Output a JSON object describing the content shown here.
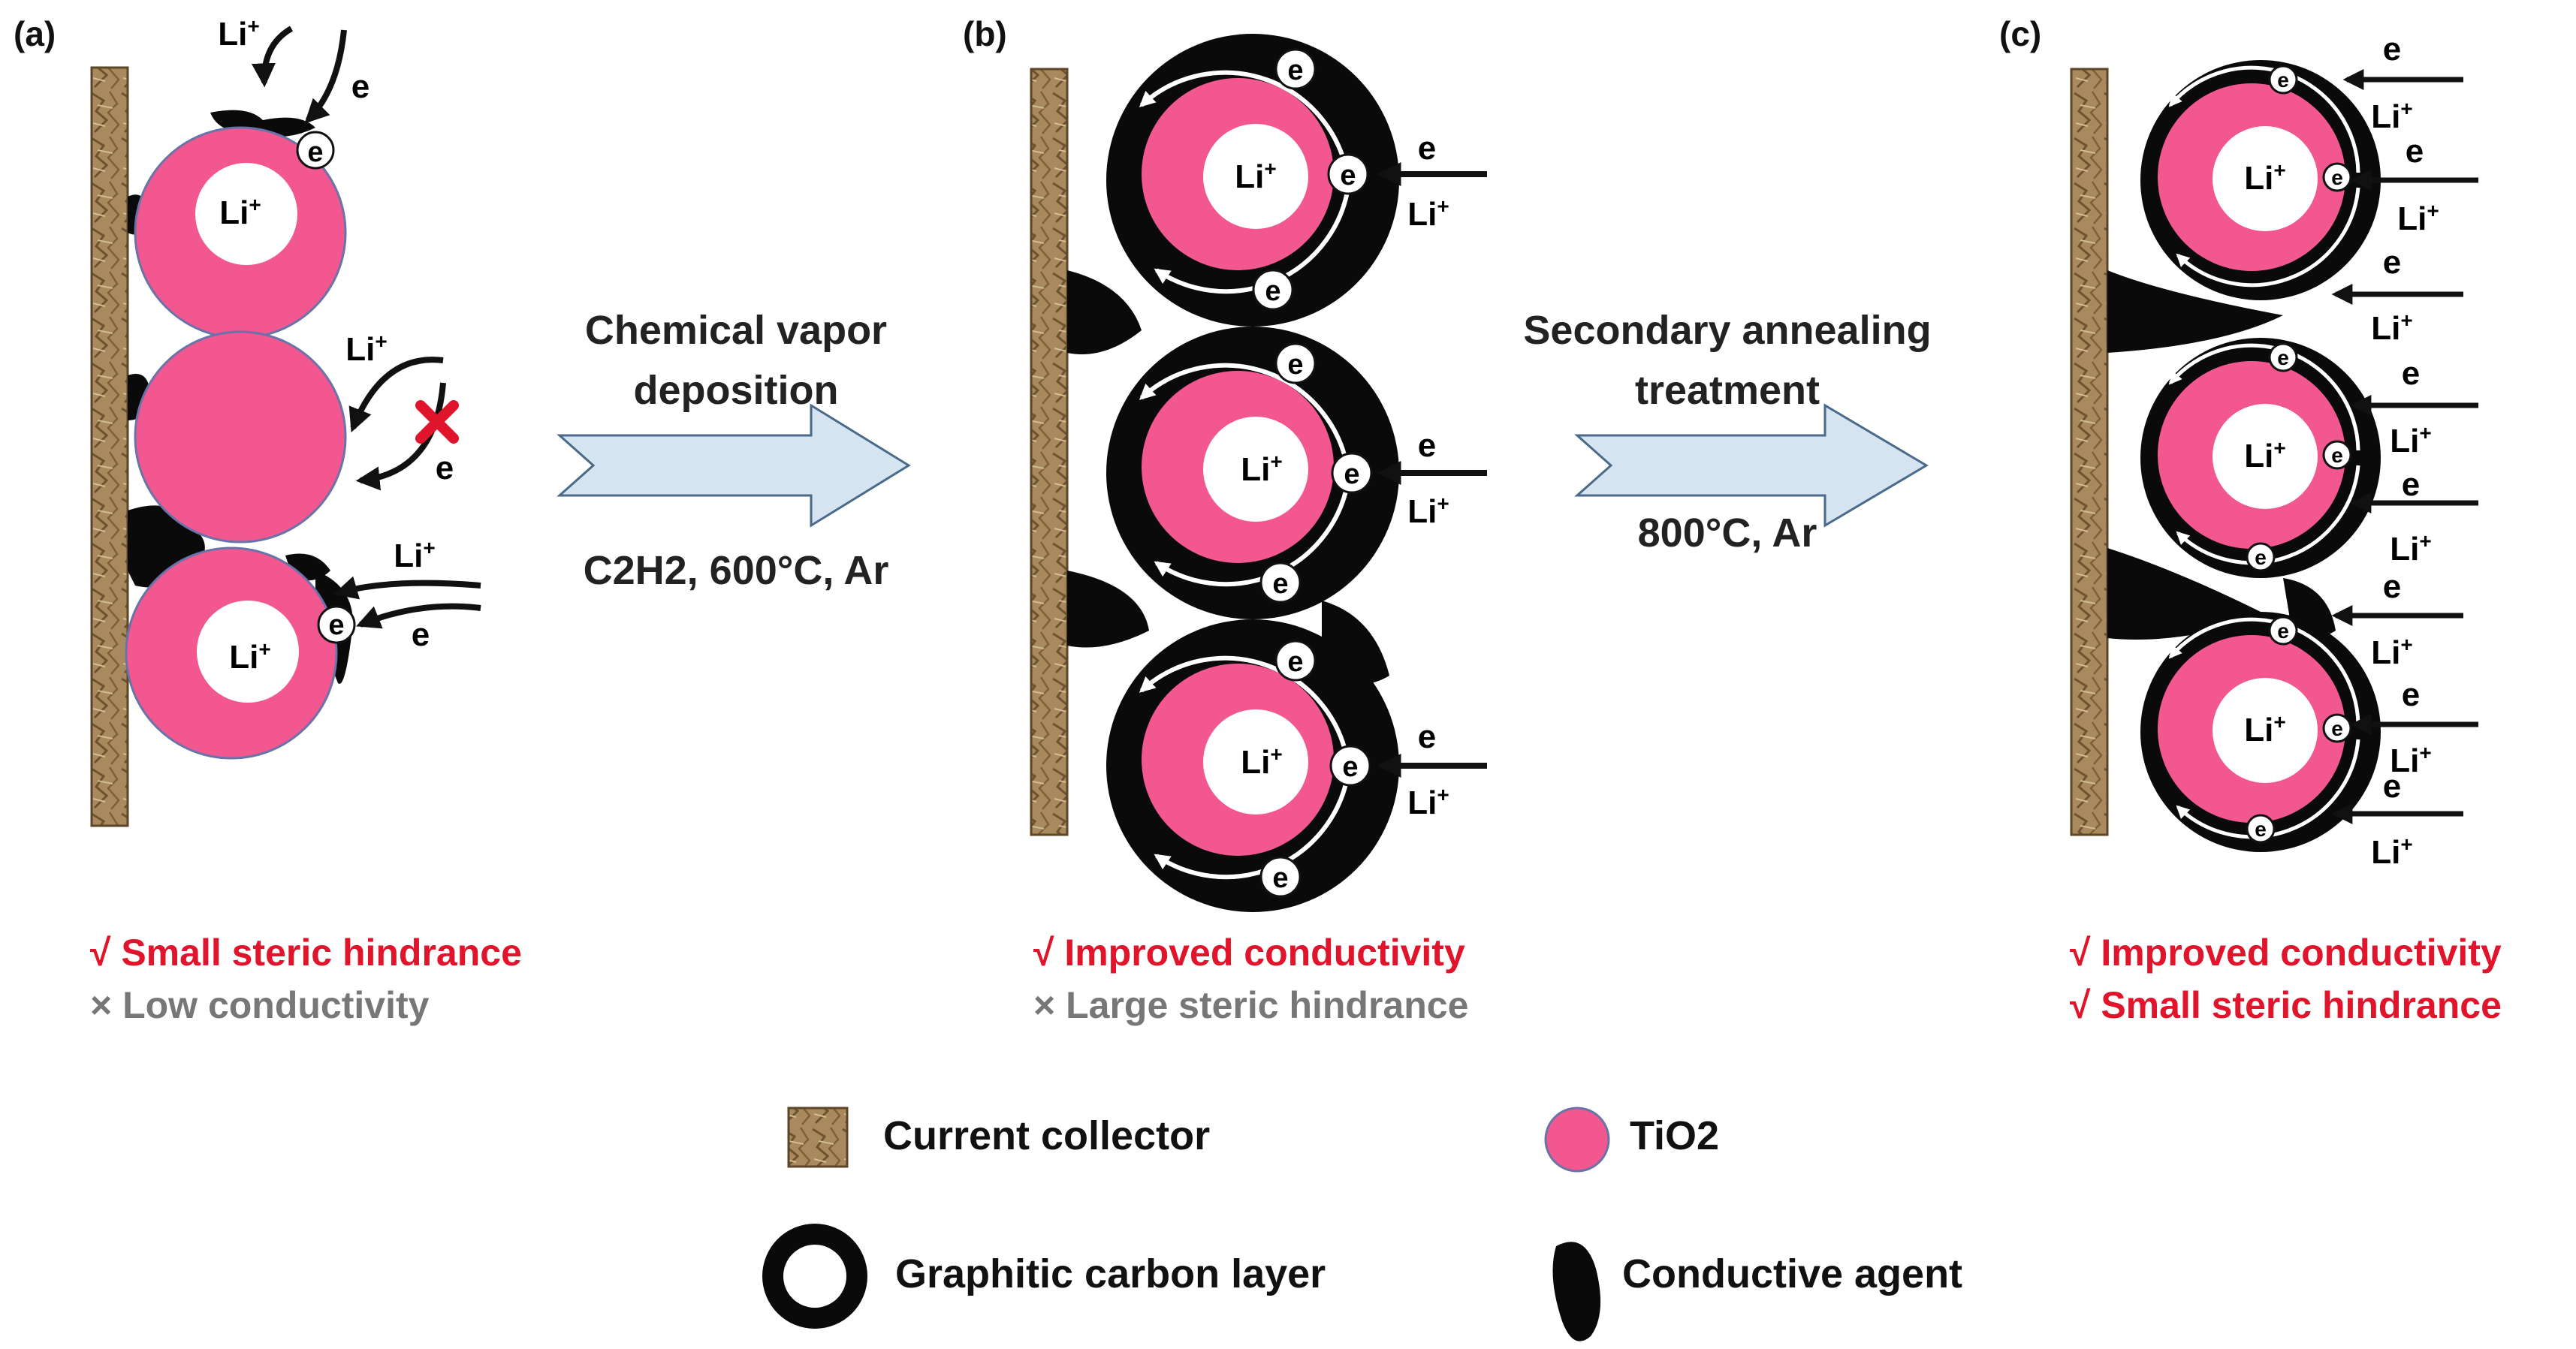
{
  "colors": {
    "tio2": "#f2588f",
    "carbon": "#0a0a0a",
    "collector": "#a88a5e",
    "arrow_fill": "#d6e3f0",
    "good_text": "#e0142b",
    "bad_text": "#777777",
    "error_mark": "#e0142b"
  },
  "labels": {
    "ion": "Li",
    "ion_sup": "+",
    "electron": "e"
  },
  "panels": [
    {
      "label": "(a)",
      "notes": [
        {
          "text": "√ Small steric hindrance",
          "kind": "good"
        },
        {
          "text": "× Low conductivity",
          "kind": "bad"
        }
      ]
    },
    {
      "label": "(b)",
      "notes": [
        {
          "text": "√ Improved conductivity",
          "kind": "good"
        },
        {
          "text": "× Large steric hindrance",
          "kind": "bad"
        }
      ]
    },
    {
      "label": "(c)",
      "notes": [
        {
          "text": "√ Improved conductivity",
          "kind": "good"
        },
        {
          "text": "√ Small steric hindrance",
          "kind": "good"
        }
      ]
    }
  ],
  "steps": [
    {
      "title_line1": "Chemical vapor",
      "title_line2": "deposition",
      "conditions": "C2H2, 600°C, Ar"
    },
    {
      "title_line1": "Secondary annealing",
      "title_line2": "treatment",
      "conditions": "800°C, Ar"
    }
  ],
  "legend": {
    "collector": "Current collector",
    "tio2": "TiO2",
    "carbon": "Graphitic carbon layer",
    "agent": "Conductive agent"
  }
}
